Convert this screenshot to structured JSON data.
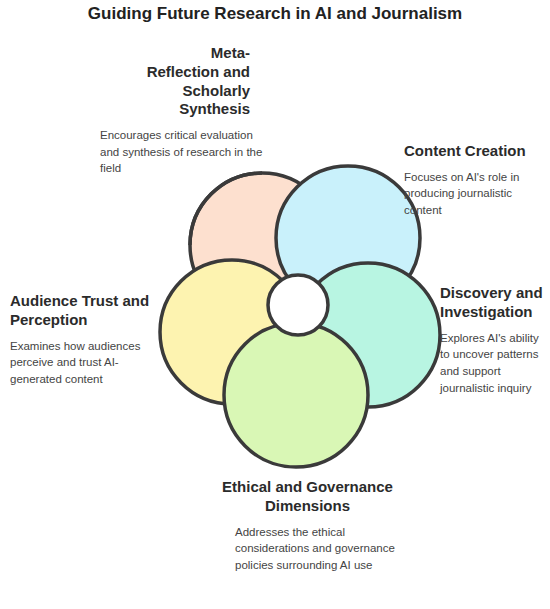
{
  "diagram": {
    "title": "Guiding Future Research in AI and Journalism",
    "nodes": [
      {
        "text": [
          "Meta-Reflection and Scholarly Synthesis",
          "Encourages critical evaluation and synthesis of research in the field"
        ]
      },
      {
        "text": [
          "Content Creation",
          "Focuses on AI's role in producing journalistic content"
        ]
      },
      {
        "text": [
          "Audience Trust and Perception",
          "Examines how audiences perceive and trust AI-generated content"
        ]
      },
      {
        "text": [
          "Discovery and Investigation",
          "Explores AI's ability to uncover patterns and support journalistic inquiry"
        ]
      },
      {
        "text": [
          "Ethical and Governance Dimensions",
          "Addresses the ethical considerations and governance policies surrounding AI use"
        ]
      }
    ]
  }
}
